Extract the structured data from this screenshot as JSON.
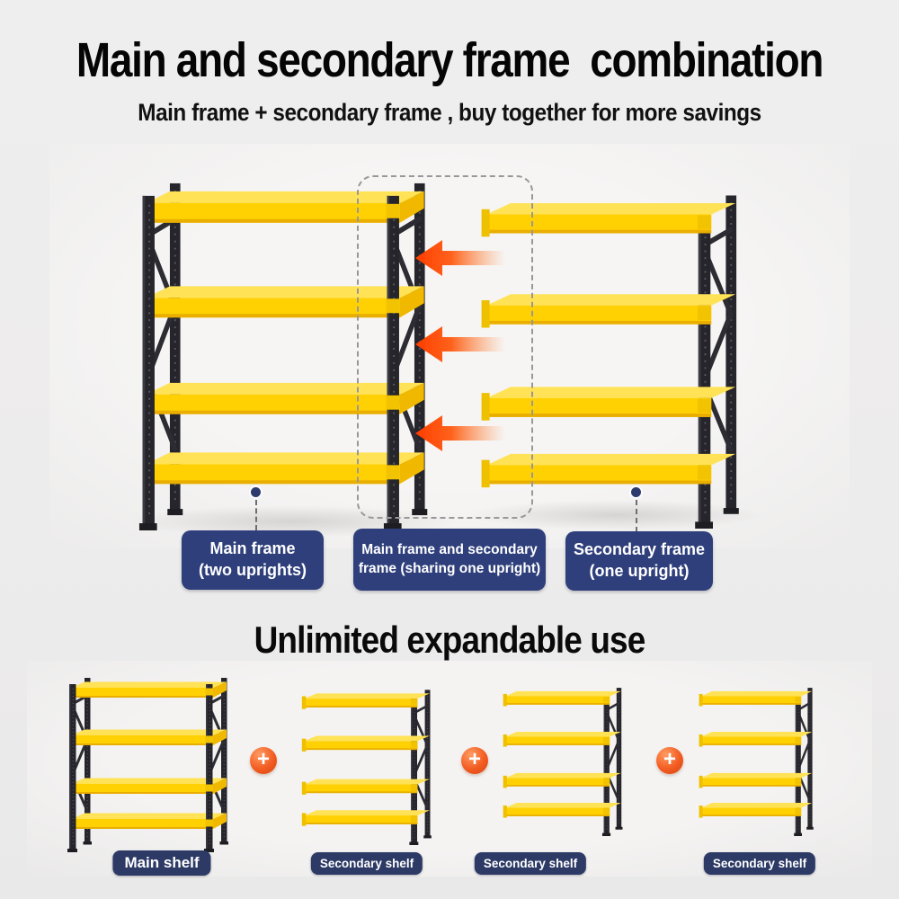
{
  "header": {
    "title": "Main and secondary frame  combination",
    "subtitle": "Main frame + secondary frame , buy together for more savings"
  },
  "combination_diagram": {
    "tags": [
      {
        "line1": "Main frame",
        "line2": "(two uprights)"
      },
      {
        "line1": "Main frame and secondary",
        "line2": "frame (sharing one upright)"
      },
      {
        "line1": "Secondary frame",
        "line2": "(one upright)"
      }
    ]
  },
  "expand_section": {
    "title": "Unlimited expandable use",
    "plus_symbol": "+",
    "shelf_labels": [
      "Main shelf",
      "Secondary shelf",
      "Secondary shelf",
      "Secondary shelf"
    ]
  },
  "colors": {
    "page_bg": "#edecec",
    "tag_blue": "#2e3f7b",
    "label_navy": "#2d3a66",
    "arrow_orange": "#ff4b00",
    "plus_orange": "#f25c22",
    "shelf_yellow": "#ffd103",
    "frame_black": "#26252b"
  }
}
